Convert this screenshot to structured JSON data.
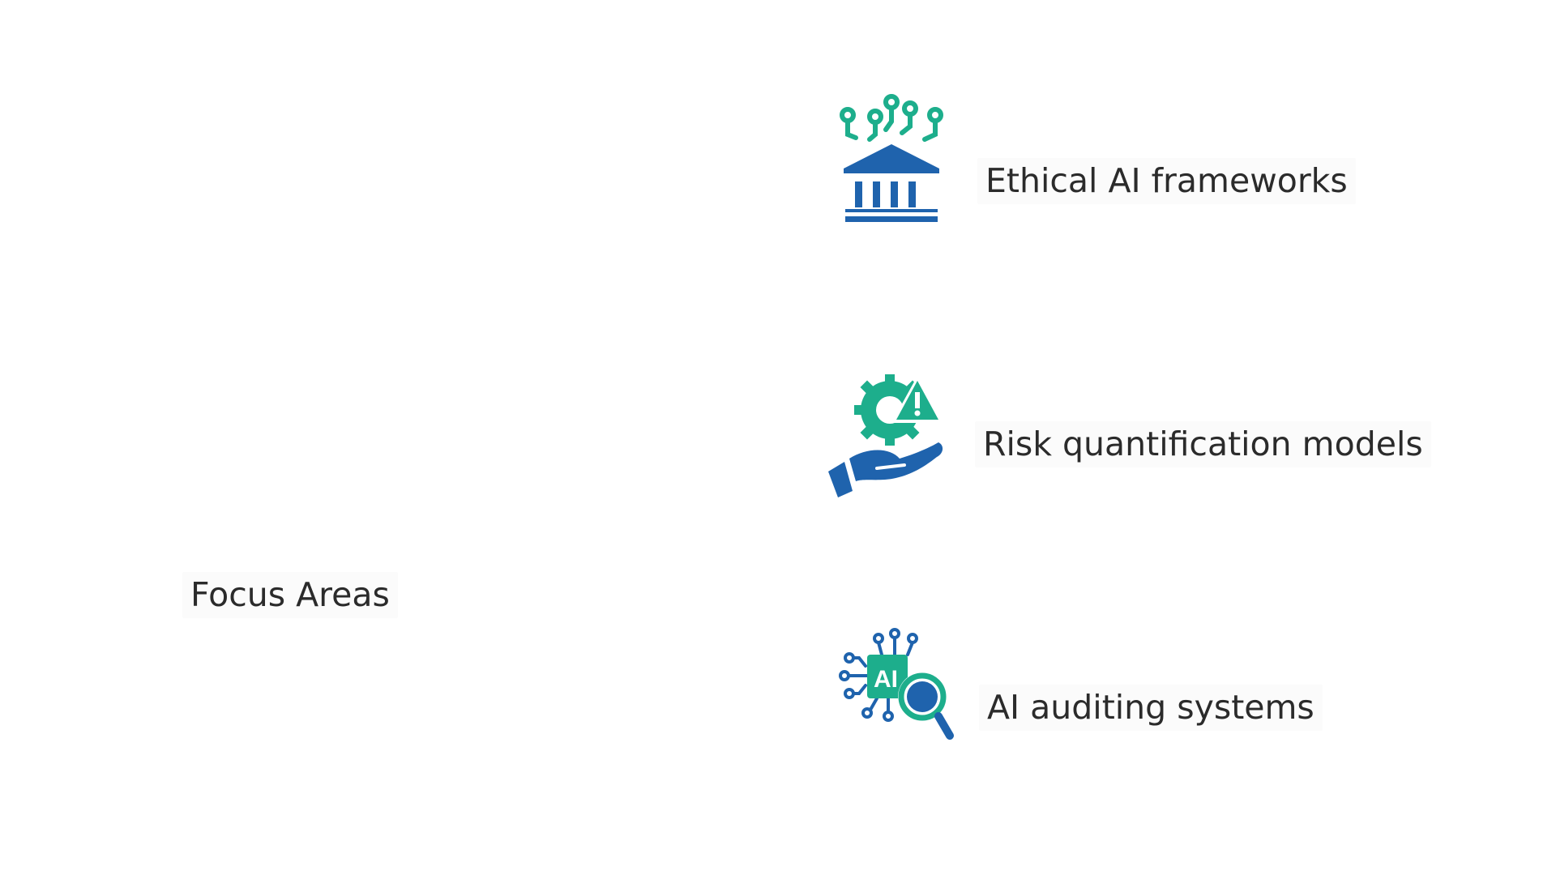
{
  "root": {
    "label": "Focus Areas"
  },
  "items": [
    {
      "label": "Ethical AI frameworks",
      "icon": "institution-circuit-icon"
    },
    {
      "label": "Risk quantification models",
      "icon": "hand-gear-warning-icon"
    },
    {
      "label": "AI auditing systems",
      "icon": "ai-chip-magnifier-icon"
    }
  ],
  "colors": {
    "blue": "#1f63ad",
    "teal": "#1dae8c",
    "text": "#2b2b2b"
  }
}
